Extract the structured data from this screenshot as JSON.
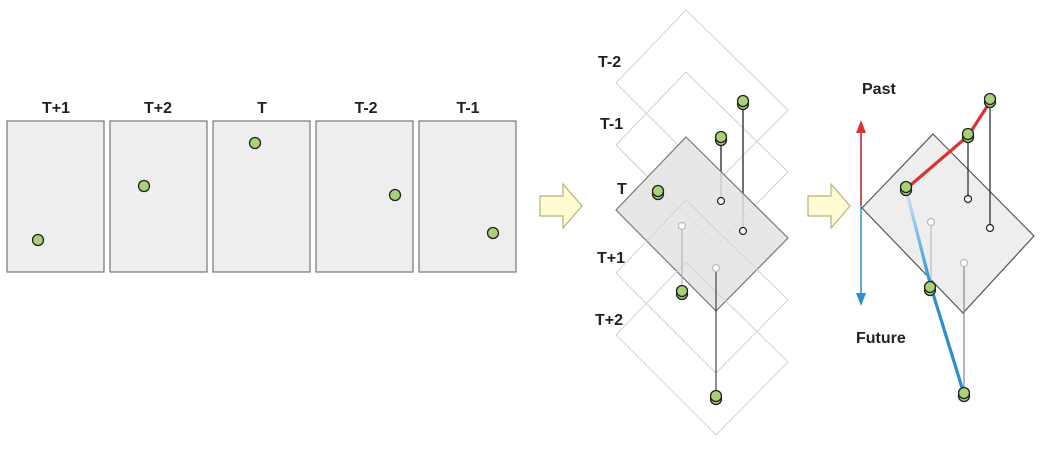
{
  "colors": {
    "frame_fill": "#eeeeee",
    "frame_stroke": "#777777",
    "dot_fill": "#a9d277",
    "dot_stroke": "#222222",
    "arrow_fill": "#fffbd3",
    "arrow_stroke": "#b8b37a",
    "past_color": "#d83434",
    "future_color": "#2a8fd3"
  },
  "frames": [
    {
      "label": "T+1"
    },
    {
      "label": "T+2"
    },
    {
      "label": "T"
    },
    {
      "label": "T-2"
    },
    {
      "label": "T-1"
    }
  ],
  "stack_labels": [
    "T-2",
    "T-1",
    "T",
    "T+1",
    "T+2"
  ],
  "direction_labels": {
    "past": "Past",
    "future": "Future"
  },
  "icons": {
    "transition_arrow": "block-right-arrow-icon",
    "time_axis": "double-headed-vertical-arrow-icon"
  }
}
